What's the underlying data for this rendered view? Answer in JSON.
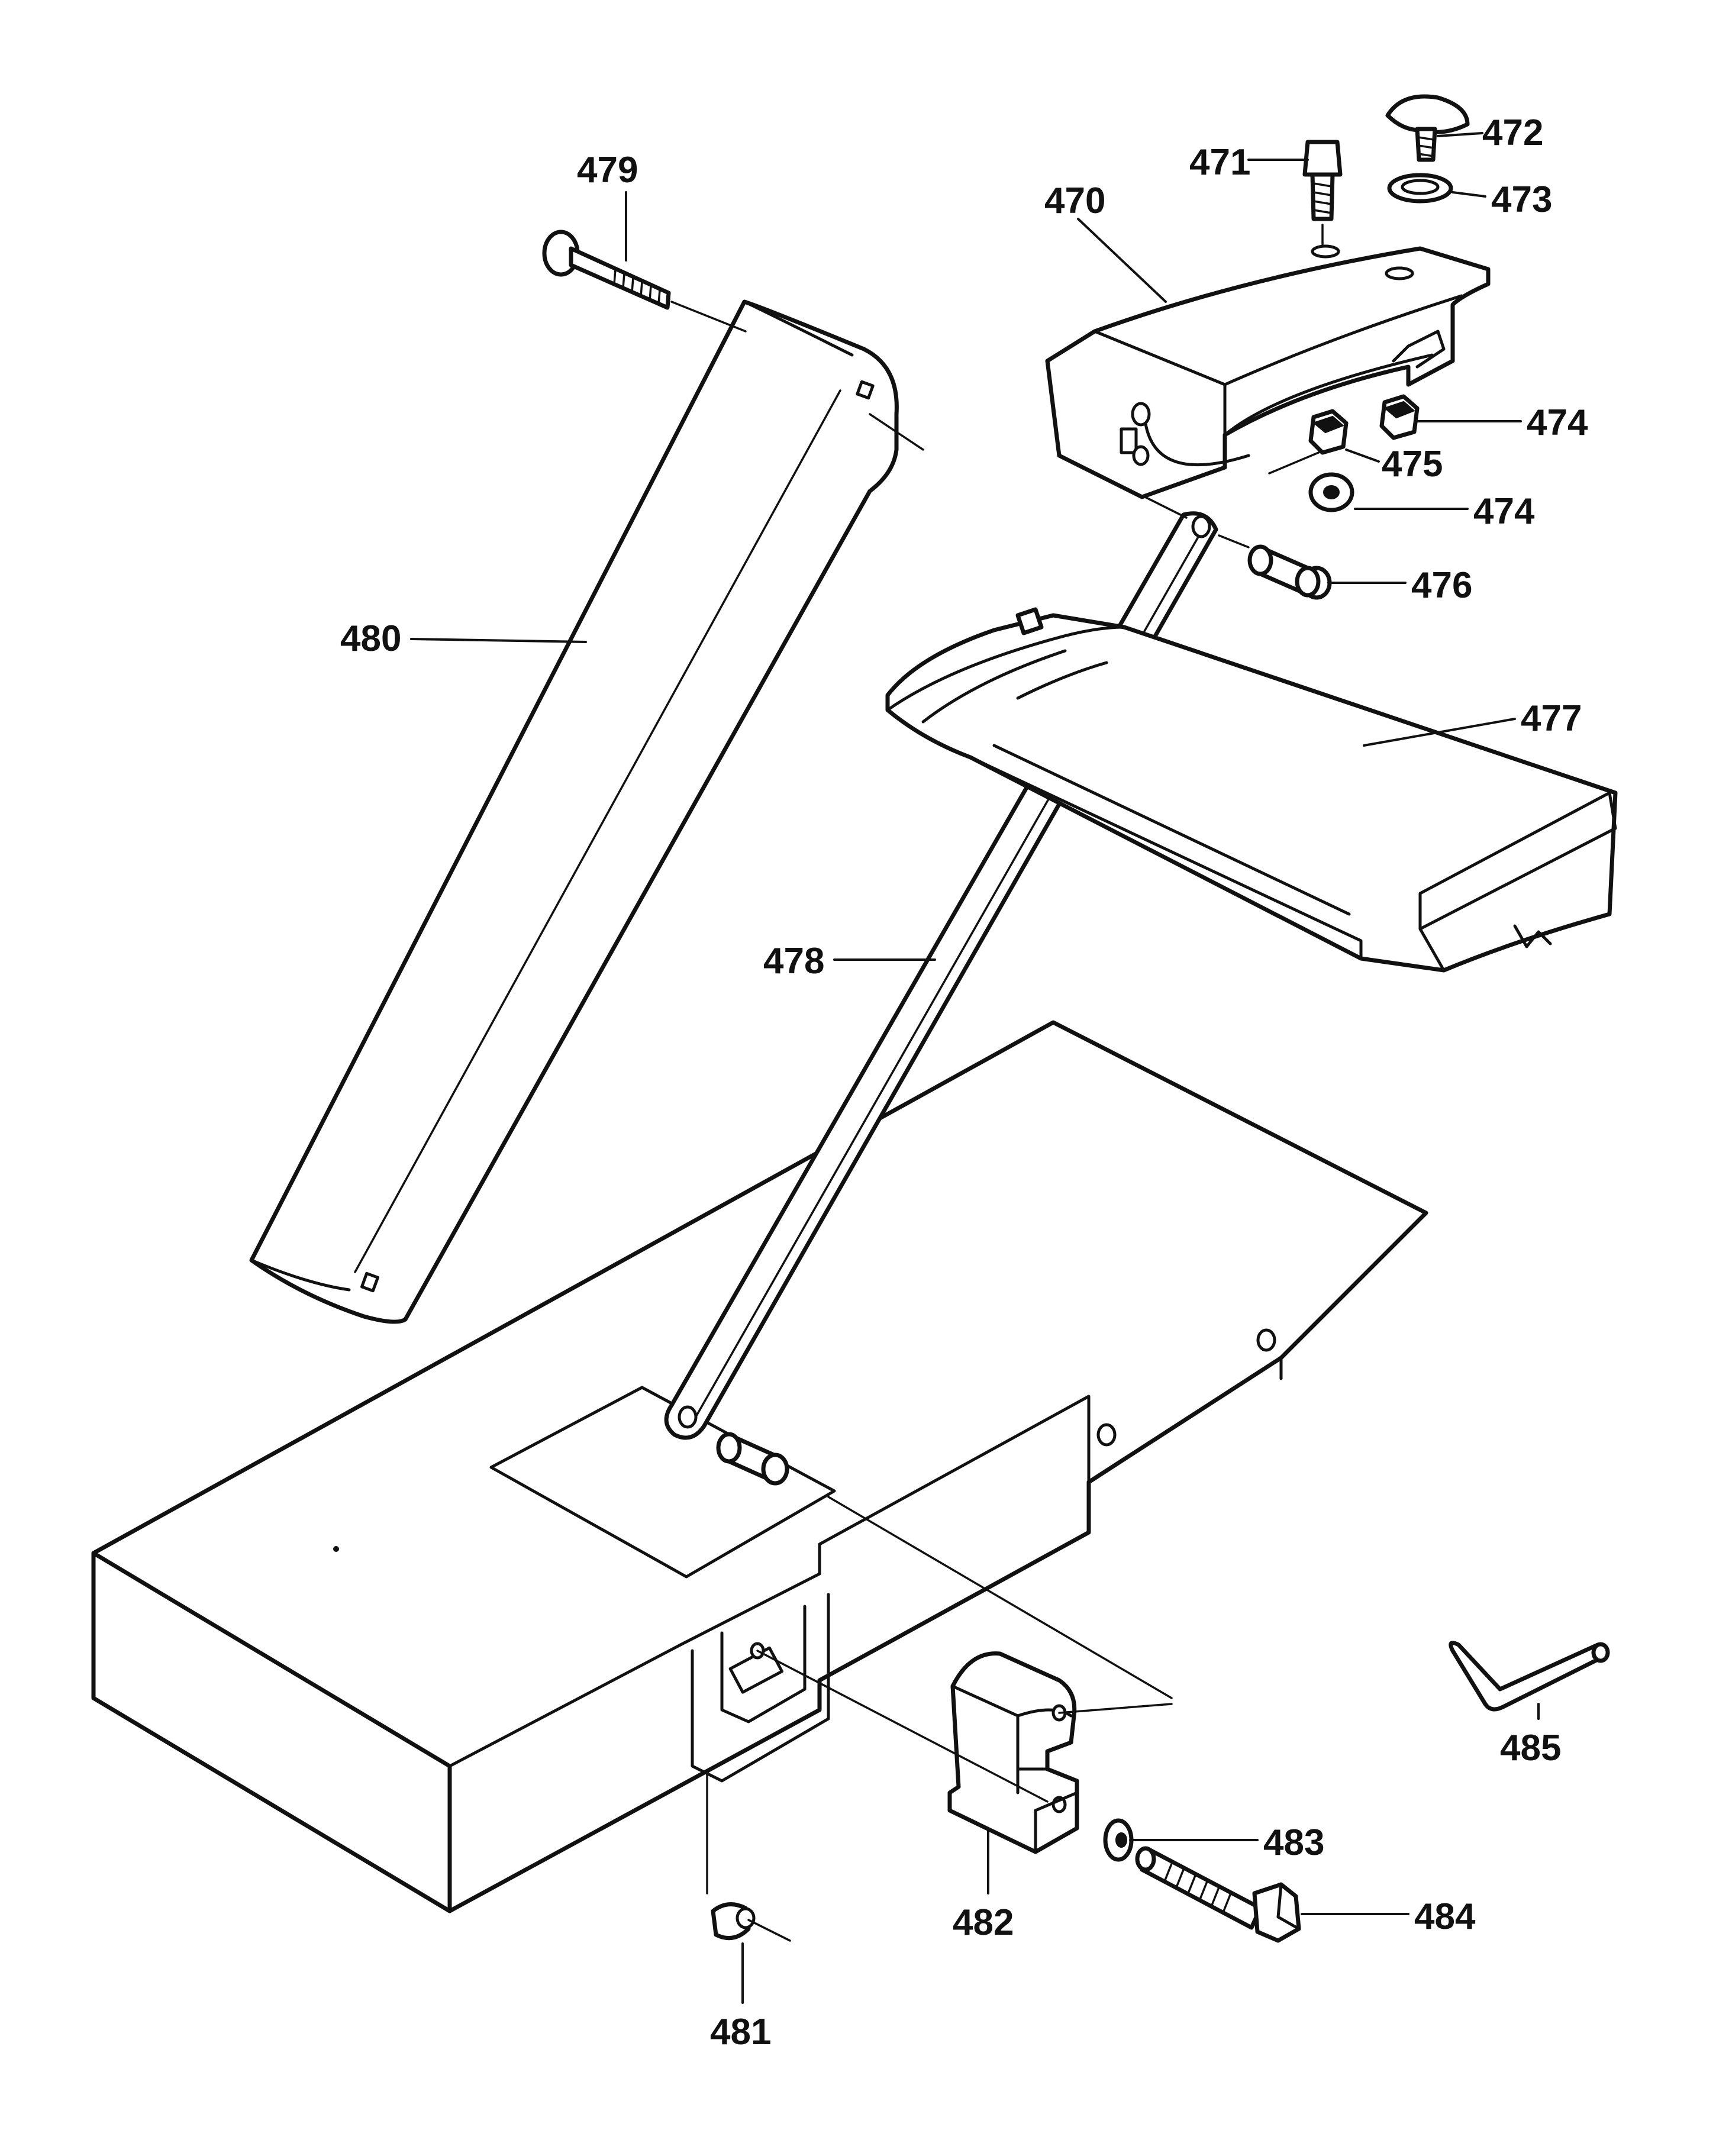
{
  "callouts": {
    "p470": "470",
    "p471": "471",
    "p472": "472",
    "p473": "473",
    "p474a": "474",
    "p474b": "474",
    "p475": "475",
    "p476": "476",
    "p477": "477",
    "p478": "478",
    "p479": "479",
    "p480": "480",
    "p481": "481",
    "p482": "482",
    "p483": "483",
    "p484": "484",
    "p485": "485"
  },
  "colors": {
    "line": "#111111",
    "background": "#ffffff"
  }
}
